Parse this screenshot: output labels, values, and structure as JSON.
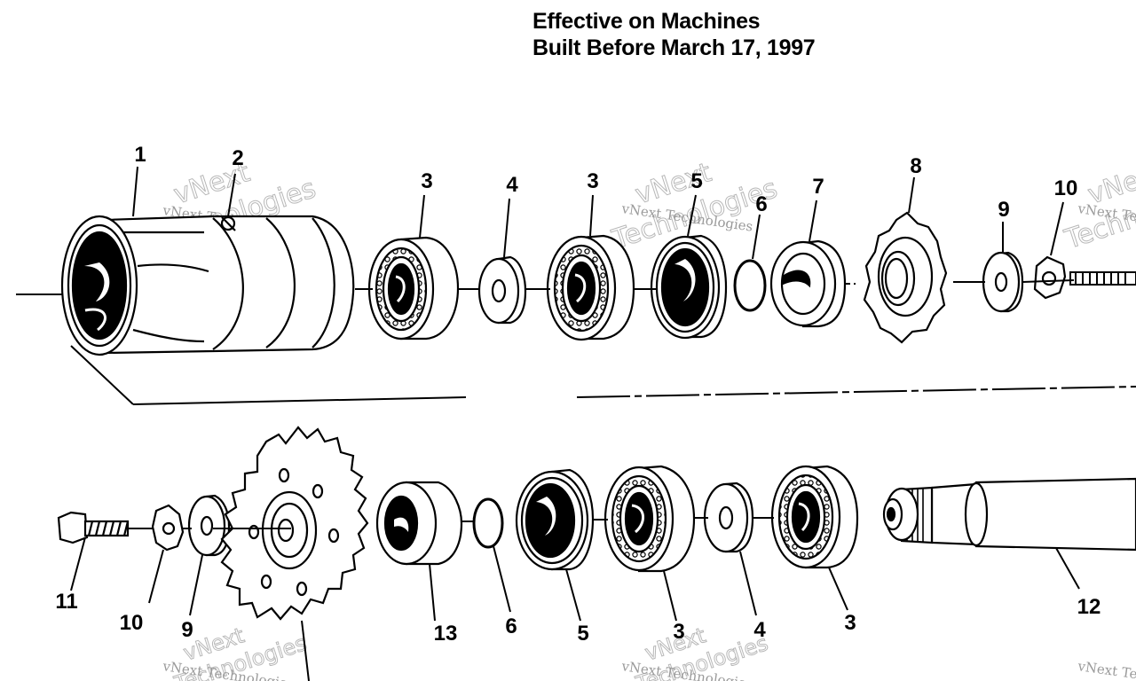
{
  "title": {
    "line1": "Effective on Machines",
    "line2": "Built Before March 17, 1997"
  },
  "callouts": {
    "upper": [
      "1",
      "2",
      "3",
      "4",
      "3",
      "5",
      "6",
      "7",
      "8",
      "9",
      "10"
    ],
    "lower": [
      "11",
      "10",
      "9",
      "13",
      "6",
      "5",
      "3",
      "4",
      "3",
      "12"
    ]
  },
  "watermark": {
    "line1": "vNext",
    "line2": "Technologies",
    "full": "vNext Technologies"
  }
}
